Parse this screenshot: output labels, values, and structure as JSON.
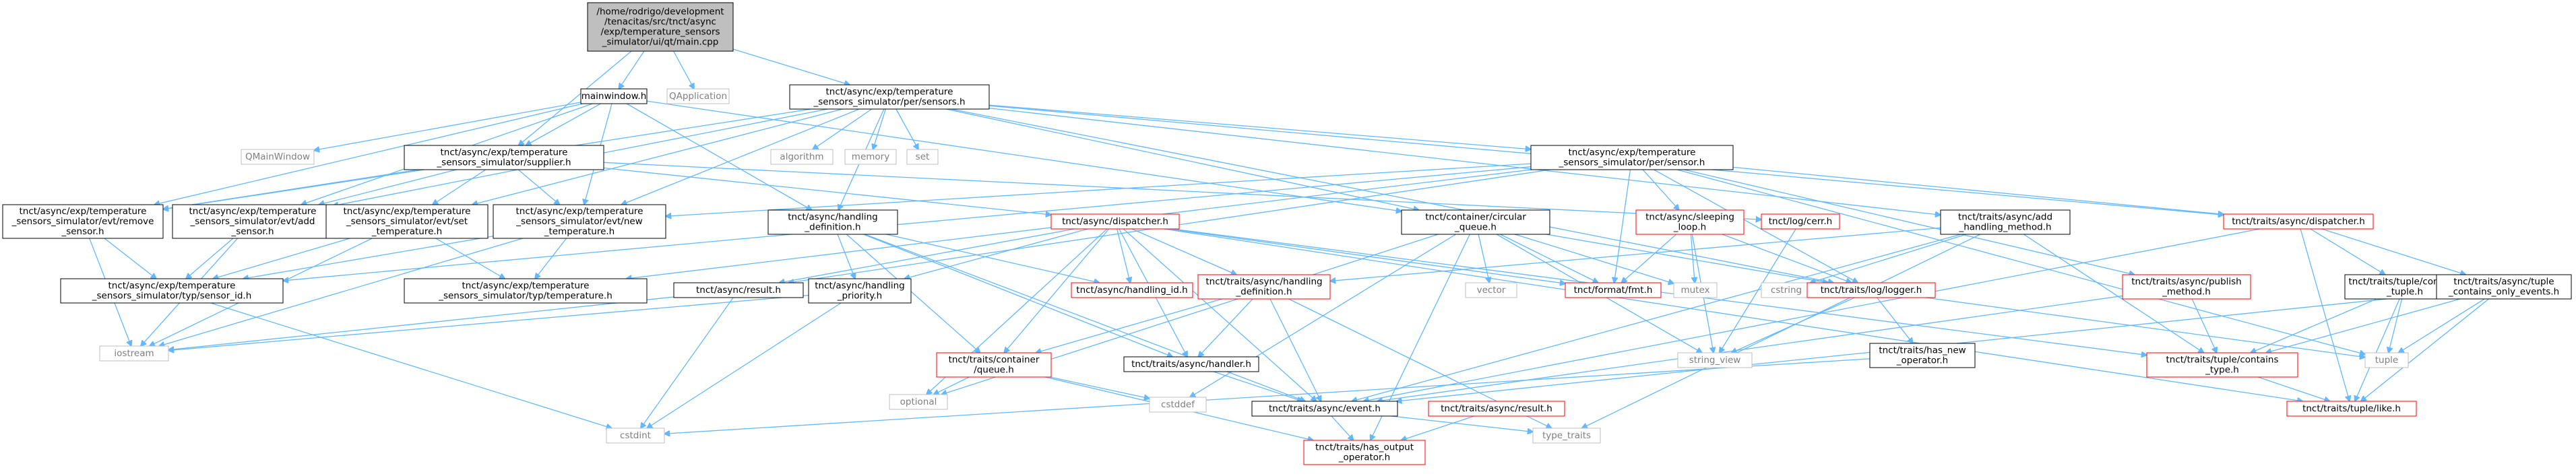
{
  "diagram": {
    "type": "include-dependency-graph",
    "nodes": [
      {
        "id": "main",
        "lines": [
          "/home/rodrigo/development",
          "/tenacitas/src/tnct/async",
          "/exp/temperature_sensors",
          "_simulator/ui/qt/main.cpp"
        ],
        "style": "root"
      },
      {
        "id": "mainwindow",
        "lines": [
          "mainwindow.h"
        ],
        "style": "int"
      },
      {
        "id": "qapp",
        "lines": [
          "QApplication"
        ],
        "style": "ext"
      },
      {
        "id": "sensors",
        "lines": [
          "tnct/async/exp/temperature",
          "_sensors_simulator/per/sensors.h"
        ],
        "style": "int"
      },
      {
        "id": "qmainwindow",
        "lines": [
          "QMainWindow"
        ],
        "style": "ext"
      },
      {
        "id": "supplier",
        "lines": [
          "tnct/async/exp/temperature",
          "_sensors_simulator/supplier.h"
        ],
        "style": "int"
      },
      {
        "id": "algorithm",
        "lines": [
          "algorithm"
        ],
        "style": "ext"
      },
      {
        "id": "memory",
        "lines": [
          "memory"
        ],
        "style": "ext"
      },
      {
        "id": "set",
        "lines": [
          "set"
        ],
        "style": "ext"
      },
      {
        "id": "sensor",
        "lines": [
          "tnct/async/exp/temperature",
          "_sensors_simulator/per/sensor.h"
        ],
        "style": "int"
      },
      {
        "id": "remove",
        "lines": [
          "tnct/async/exp/temperature",
          "_sensors_simulator/evt/remove",
          "_sensor.h"
        ],
        "style": "int"
      },
      {
        "id": "addsensor",
        "lines": [
          "tnct/async/exp/temperature",
          "_sensors_simulator/evt/add",
          "_sensor.h"
        ],
        "style": "int"
      },
      {
        "id": "settemp",
        "lines": [
          "tnct/async/exp/temperature",
          "_sensors_simulator/evt/set",
          "_temperature.h"
        ],
        "style": "int"
      },
      {
        "id": "newtemp",
        "lines": [
          "tnct/async/exp/temperature",
          "_sensors_simulator/evt/new",
          "_temperature.h"
        ],
        "style": "int"
      },
      {
        "id": "handlingdef",
        "lines": [
          "tnct/async/handling",
          "_definition.h"
        ],
        "style": "int"
      },
      {
        "id": "dispatcher",
        "lines": [
          "tnct/async/dispatcher.h"
        ],
        "style": "red"
      },
      {
        "id": "circular",
        "lines": [
          "tnct/container/circular",
          "_queue.h"
        ],
        "style": "int"
      },
      {
        "id": "cerr",
        "lines": [
          "tnct/log/cerr.h"
        ],
        "style": "red"
      },
      {
        "id": "sleeping",
        "lines": [
          "tnct/async/sleeping",
          "_loop.h"
        ],
        "style": "red"
      },
      {
        "id": "addhm",
        "lines": [
          "tnct/traits/async/add",
          "_handling_method.h"
        ],
        "style": "int"
      },
      {
        "id": "traitsdisp",
        "lines": [
          "tnct/traits/async/dispatcher.h"
        ],
        "style": "red"
      },
      {
        "id": "sensorid",
        "lines": [
          "tnct/async/exp/temperature",
          "_sensors_simulator/typ/sensor_id.h"
        ],
        "style": "int"
      },
      {
        "id": "temperature",
        "lines": [
          "tnct/async/exp/temperature",
          "_sensors_simulator/typ/temperature.h"
        ],
        "style": "int"
      },
      {
        "id": "result",
        "lines": [
          "tnct/async/result.h"
        ],
        "style": "int"
      },
      {
        "id": "priority",
        "lines": [
          "tnct/async/handling",
          "_priority.h"
        ],
        "style": "int"
      },
      {
        "id": "handlingid",
        "lines": [
          "tnct/async/handling_id.h"
        ],
        "style": "red"
      },
      {
        "id": "vector",
        "lines": [
          "vector"
        ],
        "style": "ext"
      },
      {
        "id": "fmt",
        "lines": [
          "tnct/format/fmt.h"
        ],
        "style": "red"
      },
      {
        "id": "mutex",
        "lines": [
          "mutex"
        ],
        "style": "ext"
      },
      {
        "id": "cstring",
        "lines": [
          "cstring"
        ],
        "style": "ext"
      },
      {
        "id": "logger",
        "lines": [
          "tnct/traits/log/logger.h"
        ],
        "style": "red"
      },
      {
        "id": "publish",
        "lines": [
          "tnct/traits/async/publish",
          "_method.h"
        ],
        "style": "red"
      },
      {
        "id": "containstuple",
        "lines": [
          "tnct/traits/tuple/contains",
          "_tuple.h"
        ],
        "style": "int"
      },
      {
        "id": "containsonly",
        "lines": [
          "tnct/traits/async/tuple",
          "_contains_only_events.h"
        ],
        "style": "int"
      },
      {
        "id": "iostream",
        "lines": [
          "iostream"
        ],
        "style": "ext"
      },
      {
        "id": "traitshd",
        "lines": [
          "tnct/traits/async/handling",
          "_definition.h"
        ],
        "style": "red"
      },
      {
        "id": "queue",
        "lines": [
          "tnct/traits/container",
          "/queue.h"
        ],
        "style": "red"
      },
      {
        "id": "handler",
        "lines": [
          "tnct/traits/async/handler.h"
        ],
        "style": "int"
      },
      {
        "id": "stringview",
        "lines": [
          "string_view"
        ],
        "style": "ext"
      },
      {
        "id": "hasnew",
        "lines": [
          "tnct/traits/has_new",
          "_operator.h"
        ],
        "style": "int"
      },
      {
        "id": "containstype",
        "lines": [
          "tnct/traits/tuple/contains",
          "_type.h"
        ],
        "style": "red"
      },
      {
        "id": "tuple",
        "lines": [
          "tuple"
        ],
        "style": "ext"
      },
      {
        "id": "cstdint",
        "lines": [
          "cstdint"
        ],
        "style": "ext"
      },
      {
        "id": "optional",
        "lines": [
          "optional"
        ],
        "style": "ext"
      },
      {
        "id": "cstddef",
        "lines": [
          "cstddef"
        ],
        "style": "ext"
      },
      {
        "id": "event",
        "lines": [
          "tnct/traits/async/event.h"
        ],
        "style": "int"
      },
      {
        "id": "traitsresult",
        "lines": [
          "tnct/traits/async/result.h"
        ],
        "style": "red"
      },
      {
        "id": "like",
        "lines": [
          "tnct/traits/tuple/like.h"
        ],
        "style": "red"
      },
      {
        "id": "typetraits",
        "lines": [
          "type_traits"
        ],
        "style": "ext"
      },
      {
        "id": "hasout",
        "lines": [
          "tnct/traits/has_output",
          "_operator.h"
        ],
        "style": "red"
      }
    ],
    "edges": [
      [
        "main",
        "mainwindow"
      ],
      [
        "main",
        "qapp"
      ],
      [
        "main",
        "sensors"
      ],
      [
        "main",
        "supplier"
      ],
      [
        "mainwindow",
        "qmainwindow"
      ],
      [
        "mainwindow",
        "supplier"
      ],
      [
        "mainwindow",
        "remove"
      ],
      [
        "mainwindow",
        "addsensor"
      ],
      [
        "mainwindow",
        "newtemp"
      ],
      [
        "mainwindow",
        "handlingdef"
      ],
      [
        "mainwindow",
        "circular"
      ],
      [
        "sensors",
        "algorithm"
      ],
      [
        "sensors",
        "memory"
      ],
      [
        "sensors",
        "set"
      ],
      [
        "sensors",
        "sensor"
      ],
      [
        "sensors",
        "remove"
      ],
      [
        "sensors",
        "addsensor"
      ],
      [
        "sensors",
        "settemp"
      ],
      [
        "sensors",
        "newtemp"
      ],
      [
        "sensors",
        "handlingdef"
      ],
      [
        "sensors",
        "circular"
      ],
      [
        "sensors",
        "addhm"
      ],
      [
        "sensors",
        "traitsdisp"
      ],
      [
        "sensors",
        "logger"
      ],
      [
        "supplier",
        "remove"
      ],
      [
        "supplier",
        "addsensor"
      ],
      [
        "supplier",
        "settemp"
      ],
      [
        "supplier",
        "newtemp"
      ],
      [
        "supplier",
        "dispatcher"
      ],
      [
        "supplier",
        "cerr"
      ],
      [
        "sensor",
        "sensorid"
      ],
      [
        "sensor",
        "temperature"
      ],
      [
        "sensor",
        "newtemp"
      ],
      [
        "sensor",
        "result"
      ],
      [
        "sensor",
        "sleeping"
      ],
      [
        "sensor",
        "fmt"
      ],
      [
        "sensor",
        "logger"
      ],
      [
        "sensor",
        "publish"
      ],
      [
        "sensor",
        "tuple"
      ],
      [
        "sensor",
        "traitsdisp"
      ],
      [
        "remove",
        "sensorid"
      ],
      [
        "remove",
        "iostream"
      ],
      [
        "addsensor",
        "sensorid"
      ],
      [
        "addsensor",
        "iostream"
      ],
      [
        "settemp",
        "sensorid"
      ],
      [
        "settemp",
        "temperature"
      ],
      [
        "settemp",
        "iostream"
      ],
      [
        "newtemp",
        "sensorid"
      ],
      [
        "newtemp",
        "temperature"
      ],
      [
        "newtemp",
        "iostream"
      ],
      [
        "handlingdef",
        "priority"
      ],
      [
        "handlingdef",
        "handlingid"
      ],
      [
        "handlingdef",
        "queue"
      ],
      [
        "handlingdef",
        "handler"
      ],
      [
        "handlingdef",
        "event"
      ],
      [
        "dispatcher",
        "result"
      ],
      [
        "dispatcher",
        "handlingid"
      ],
      [
        "dispatcher",
        "traitshd"
      ],
      [
        "dispatcher",
        "queue"
      ],
      [
        "dispatcher",
        "handler"
      ],
      [
        "dispatcher",
        "event"
      ],
      [
        "dispatcher",
        "fmt"
      ],
      [
        "dispatcher",
        "optional"
      ],
      [
        "dispatcher",
        "containstype"
      ],
      [
        "dispatcher",
        "like"
      ],
      [
        "dispatcher",
        "priority"
      ],
      [
        "circular",
        "vector"
      ],
      [
        "circular",
        "fmt"
      ],
      [
        "circular",
        "mutex"
      ],
      [
        "circular",
        "logger"
      ],
      [
        "circular",
        "hasout"
      ],
      [
        "circular",
        "cstddef"
      ],
      [
        "circular",
        "stringview"
      ],
      [
        "circular",
        "optional"
      ],
      [
        "cerr",
        "stringview"
      ],
      [
        "sleeping",
        "fmt"
      ],
      [
        "sleeping",
        "mutex"
      ],
      [
        "sleeping",
        "logger"
      ],
      [
        "sleeping",
        "stringview"
      ],
      [
        "addhm",
        "cstring"
      ],
      [
        "addhm",
        "traitshd"
      ],
      [
        "addhm",
        "event"
      ],
      [
        "addhm",
        "containstype"
      ],
      [
        "addhm",
        "typetraits"
      ],
      [
        "traitsdisp",
        "containstuple"
      ],
      [
        "traitsdisp",
        "containsonly"
      ],
      [
        "traitsdisp",
        "like"
      ],
      [
        "traitsdisp",
        "event"
      ],
      [
        "result",
        "iostream"
      ],
      [
        "result",
        "cstdint"
      ],
      [
        "priority",
        "cstdint"
      ],
      [
        "priority",
        "iostream"
      ],
      [
        "logger",
        "stringview"
      ],
      [
        "logger",
        "hasnew"
      ],
      [
        "logger",
        "tuple"
      ],
      [
        "publish",
        "containstype"
      ],
      [
        "publish",
        "event"
      ],
      [
        "containstuple",
        "tuple"
      ],
      [
        "containstuple",
        "containstype"
      ],
      [
        "containstuple",
        "like"
      ],
      [
        "containsonly",
        "tuple"
      ],
      [
        "containsonly",
        "containstype"
      ],
      [
        "containsonly",
        "event"
      ],
      [
        "containsonly",
        "like"
      ],
      [
        "traitshd",
        "queue"
      ],
      [
        "traitshd",
        "event"
      ],
      [
        "traitshd",
        "handler"
      ],
      [
        "traitshd",
        "typetraits"
      ],
      [
        "queue",
        "optional"
      ],
      [
        "queue",
        "cstddef"
      ],
      [
        "queue",
        "hasout"
      ],
      [
        "hasnew",
        "cstdint"
      ],
      [
        "containstype",
        "like"
      ],
      [
        "event",
        "typetraits"
      ],
      [
        "event",
        "hasout"
      ],
      [
        "traitsresult",
        "hasout"
      ],
      [
        "sensorid",
        "cstdint"
      ],
      [
        "handler",
        "event"
      ]
    ]
  }
}
